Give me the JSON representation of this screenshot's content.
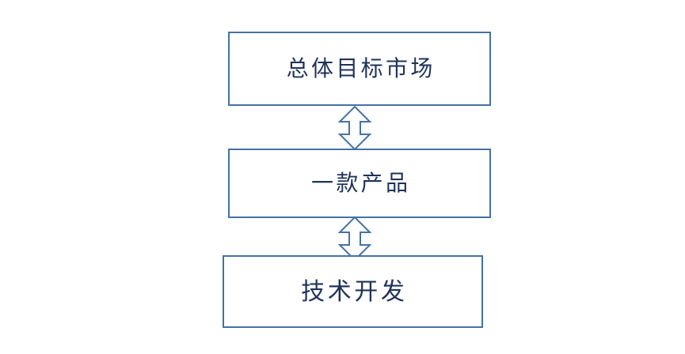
{
  "diagram": {
    "type": "vertical-flow",
    "orientation": "top-to-bottom",
    "background_color": "#FFFFFF",
    "box_border_color": "#4472A4",
    "box_fill_color": "#FFFFFF",
    "text_color": "#1F3358",
    "arrow_color": "#4472A4",
    "nodes": [
      {
        "id": "tam",
        "label": "总体目标市场"
      },
      {
        "id": "product",
        "label": "一款产品"
      },
      {
        "id": "tech",
        "label": "技术开发"
      }
    ],
    "connectors": [
      {
        "id": "tam-product",
        "from": "tam",
        "to": "product",
        "style": "double-headed-vertical-arrow"
      },
      {
        "id": "product-tech",
        "from": "product",
        "to": "tech",
        "style": "double-headed-vertical-arrow"
      }
    ]
  }
}
